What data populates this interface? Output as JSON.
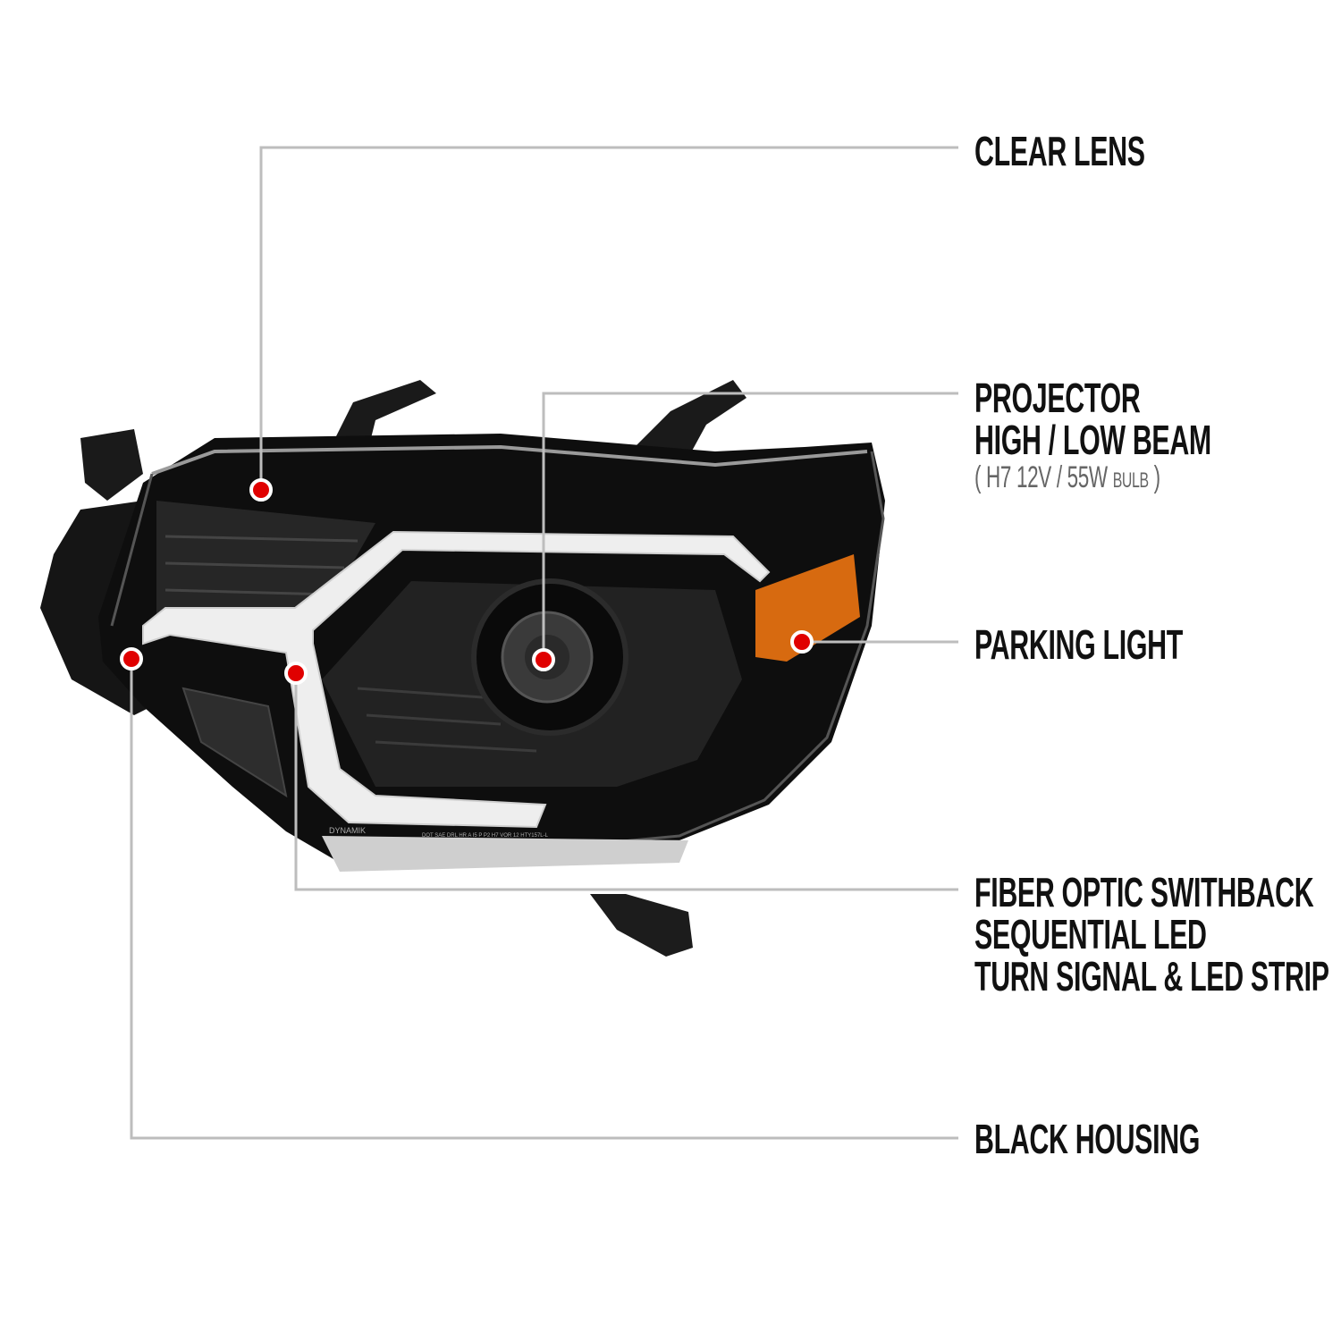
{
  "callouts": {
    "clear_lens": {
      "lines": [
        "CLEAR LENS"
      ]
    },
    "projector": {
      "lines": [
        "PROJECTOR",
        "HIGH / LOW BEAM"
      ],
      "spec_open": "( H7  12V / 55W",
      "spec_bulb": "BULB",
      "spec_close": " )"
    },
    "parking": {
      "lines": [
        "PARKING LIGHT"
      ]
    },
    "fiber": {
      "lines": [
        "FIBER OPTIC SWITHBACK",
        "SEQUENTIAL LED",
        "TURN SIGNAL & LED STRIP"
      ]
    },
    "housing": {
      "lines": [
        "BLACK HOUSING"
      ]
    }
  },
  "product_markings": {
    "logo": "DYNAMIK",
    "dot_code": "DOT SAE DRL HR A I5 P P2 H7 VOR 12 HTY157L-L"
  },
  "colors": {
    "callout_line": "#bdbdbd",
    "marker": "#e00000",
    "amber": "#d76a10",
    "housing": "#111111",
    "led_strip": "#eeeeee"
  }
}
